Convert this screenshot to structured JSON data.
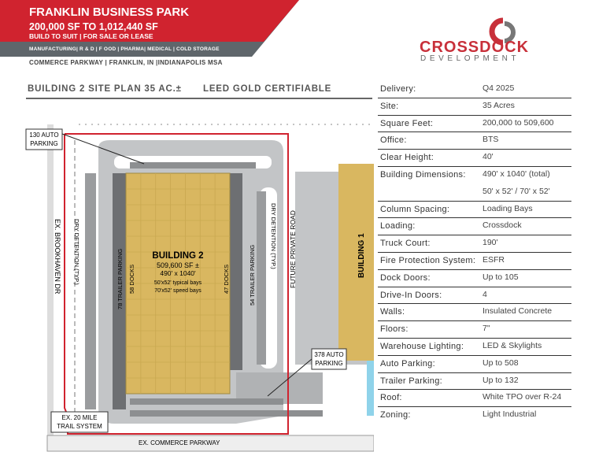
{
  "header": {
    "title": "FRANKLIN BUSINESS PARK",
    "size_range": "200,000 SF TO 1,012,440 SF",
    "offer": "BUILD TO SUIT | FOR SALE OR LEASE",
    "uses": "MANUFACTURING| R & D | F OOD | PHARMA| MEDICAL | COLD STORAGE",
    "location": "COMMERCE PARKWAY | FRANKLIN, IN  |INDIANAPOLIS MSA",
    "colors": {
      "red": "#d0232f",
      "gray": "#5f666b"
    }
  },
  "logo": {
    "word": "CROSSDOCK",
    "sub": "DEVELOPMENT",
    "color": "#c8303a"
  },
  "subheader": {
    "site_plan": "BUILDING 2 SITE PLAN  35 AC.±",
    "leed": "LEED GOLD CERTIFIABLE"
  },
  "specs": [
    {
      "label": "Delivery:",
      "value": "Q4 2025"
    },
    {
      "label": "Site:",
      "value": "35 Acres"
    },
    {
      "label": "Square Feet:",
      "value": "200,000 to 509,600"
    },
    {
      "label": "Office:",
      "value": "BTS"
    },
    {
      "label": "Clear Height:",
      "value": "40'"
    },
    {
      "label": "Building Dimensions:",
      "value": "490' x 1040' (total)"
    },
    {
      "label": "",
      "value": "50' x 52' / 70' x 52'"
    },
    {
      "label": "Column Spacing:",
      "value": "Loading Bays"
    },
    {
      "label": "Loading:",
      "value": "Crossdock"
    },
    {
      "label": "Truck Court:",
      "value": "190'"
    },
    {
      "label": "Fire Protection System:",
      "value": "ESFR"
    },
    {
      "label": "Dock Doors:",
      "value": "Up to 105"
    },
    {
      "label": "Drive-In Doors:",
      "value": "4"
    },
    {
      "label": "Walls:",
      "value": "Insulated Concrete"
    },
    {
      "label": "Floors:",
      "value": "7\""
    },
    {
      "label": "Warehouse Lighting:",
      "value": "LED & Skylights"
    },
    {
      "label": "Auto Parking:",
      "value": "Up to 508"
    },
    {
      "label": "Trailer Parking:",
      "value": "Up to 132"
    },
    {
      "label": "Roof:",
      "value": "White TPO over R-24"
    },
    {
      "label": "Zoning:",
      "value": "Light Industrial"
    }
  ],
  "plan": {
    "building_name": "BUILDING 2",
    "building_sf": "509,600 SF ±",
    "building_dims": "490' x 1040'",
    "bays_typical": "50'x52' typical bays",
    "bays_speed": "70'x52' speed bays",
    "west_docks": "58 DOCKS",
    "east_docks": "47 DOCKS",
    "west_trailer": "78 TRAILER PARKING",
    "east_trailer": "54 TRAILER PARKING",
    "detention_west": "DRY DETENTION (TYP.)",
    "detention_east": "DRY DETENTION (TYP.)",
    "brookhaven": "EX. BROOKHAVEN DR",
    "private_road": "FUTURE PRIVATE ROAD",
    "building1": "BUILDING 1",
    "auto_north_1": "130 AUTO",
    "auto_north_2": "PARKING",
    "auto_south_1": "378 AUTO",
    "auto_south_2": "PARKING",
    "trail_1": "EX. 20 MILE",
    "trail_2": "TRAIL SYSTEM",
    "commerce": "EX. COMMERCE PARKWAY",
    "colors": {
      "building": "#d9b760",
      "paving": "#c3c5c7",
      "dock": "#6d6f72",
      "boundary": "#d0232f",
      "water": "#8fd3ea"
    }
  }
}
